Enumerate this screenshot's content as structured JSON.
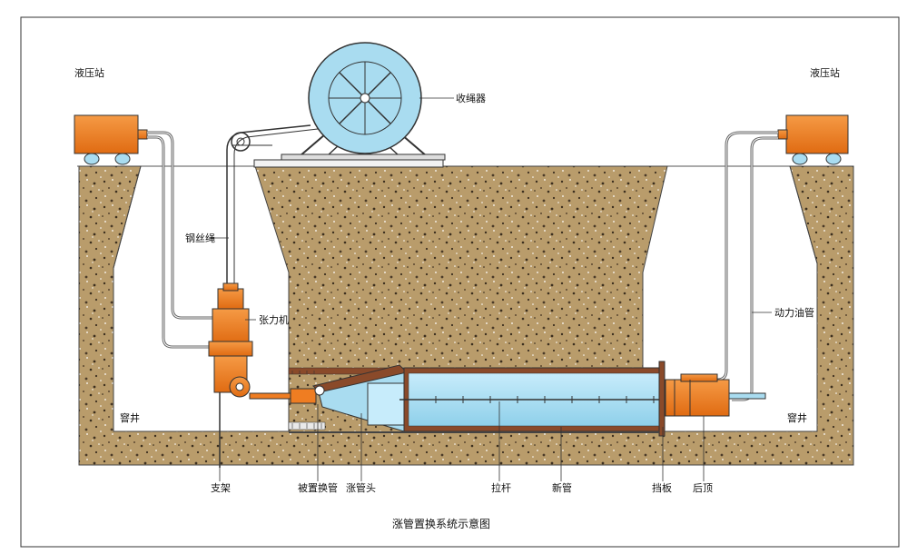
{
  "caption": "涨管置换系统示意图",
  "labels": {
    "hydraulic_left": "液压站",
    "hydraulic_right": "液压站",
    "winch": "收绳器",
    "wire_rope": "钢丝绳",
    "tensioner": "张力机",
    "power_hose": "动力油管",
    "pit_left": "窨井",
    "pit_right": "窨井",
    "support": "支架",
    "old_pipe": "被置换管",
    "expander_head": "涨管头",
    "pull_rod": "拉杆",
    "new_pipe": "新管",
    "baffle": "挡板",
    "rear_jack": "后顶"
  },
  "colors": {
    "soil": "#b89a6a",
    "orange_machine": "#ef7d22",
    "pipe_blue": "#a9dcf0",
    "pipe_brown": "#8a4a2a",
    "outline": "#222222"
  }
}
